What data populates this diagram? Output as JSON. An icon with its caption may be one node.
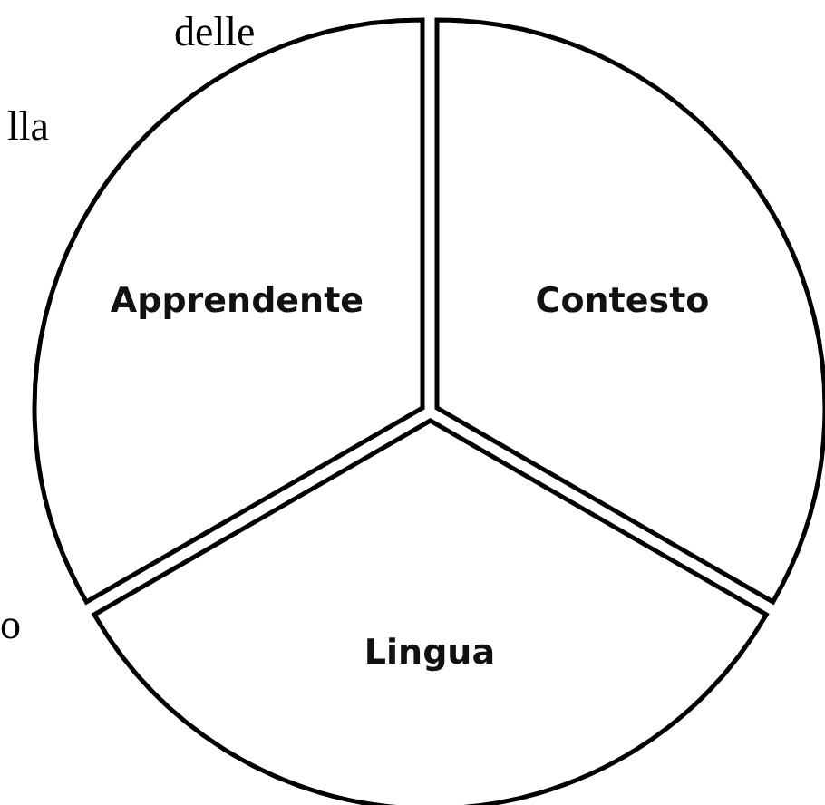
{
  "diagram": {
    "nodes": [
      {
        "text": [
          "Apprendente"
        ]
      },
      {
        "text": [
          "Contesto"
        ]
      },
      {
        "text": [
          "Lingua"
        ]
      }
    ],
    "labels": [
      "delle",
      "lla",
      "o"
    ]
  }
}
